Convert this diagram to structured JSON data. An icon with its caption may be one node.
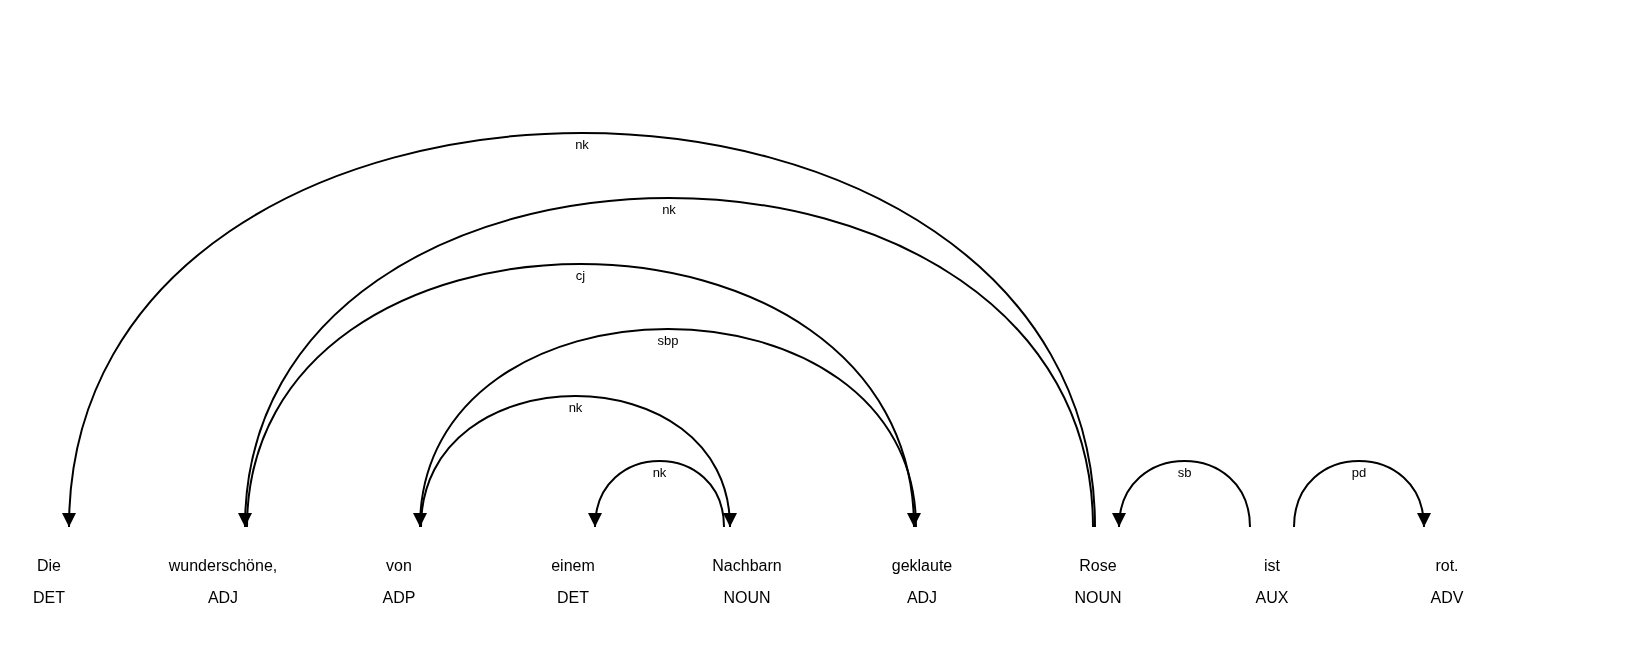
{
  "diagram": {
    "nodes": [
      {
        "text": [
          "Die",
          "DET"
        ]
      },
      {
        "text": [
          "wunderschöne,",
          "ADJ"
        ]
      },
      {
        "text": [
          "von",
          "ADP"
        ]
      },
      {
        "text": [
          "einem",
          "DET"
        ]
      },
      {
        "text": [
          "Nachbarn",
          "NOUN"
        ]
      },
      {
        "text": [
          "geklaute",
          "ADJ"
        ]
      },
      {
        "text": [
          "Rose",
          "NOUN"
        ]
      },
      {
        "text": [
          "ist",
          "AUX"
        ]
      },
      {
        "text": [
          "rot.",
          "ADV"
        ]
      }
    ],
    "edges": [
      {
        "from": 6,
        "to": 0,
        "arrow": "to",
        "label": "nk"
      },
      {
        "from": 6,
        "to": 1,
        "arrow": "to",
        "label": "nk"
      },
      {
        "from": 1,
        "to": 5,
        "arrow": "to",
        "label": "cj"
      },
      {
        "from": 5,
        "to": 2,
        "arrow": "to",
        "label": "sbp"
      },
      {
        "from": 2,
        "to": 4,
        "arrow": "to",
        "label": "nk"
      },
      {
        "from": 4,
        "to": 3,
        "arrow": "to",
        "label": "nk"
      },
      {
        "from": 7,
        "to": 6,
        "arrow": "to",
        "label": "sb"
      },
      {
        "from": 7,
        "to": 8,
        "arrow": "to",
        "label": "pd"
      }
    ]
  }
}
